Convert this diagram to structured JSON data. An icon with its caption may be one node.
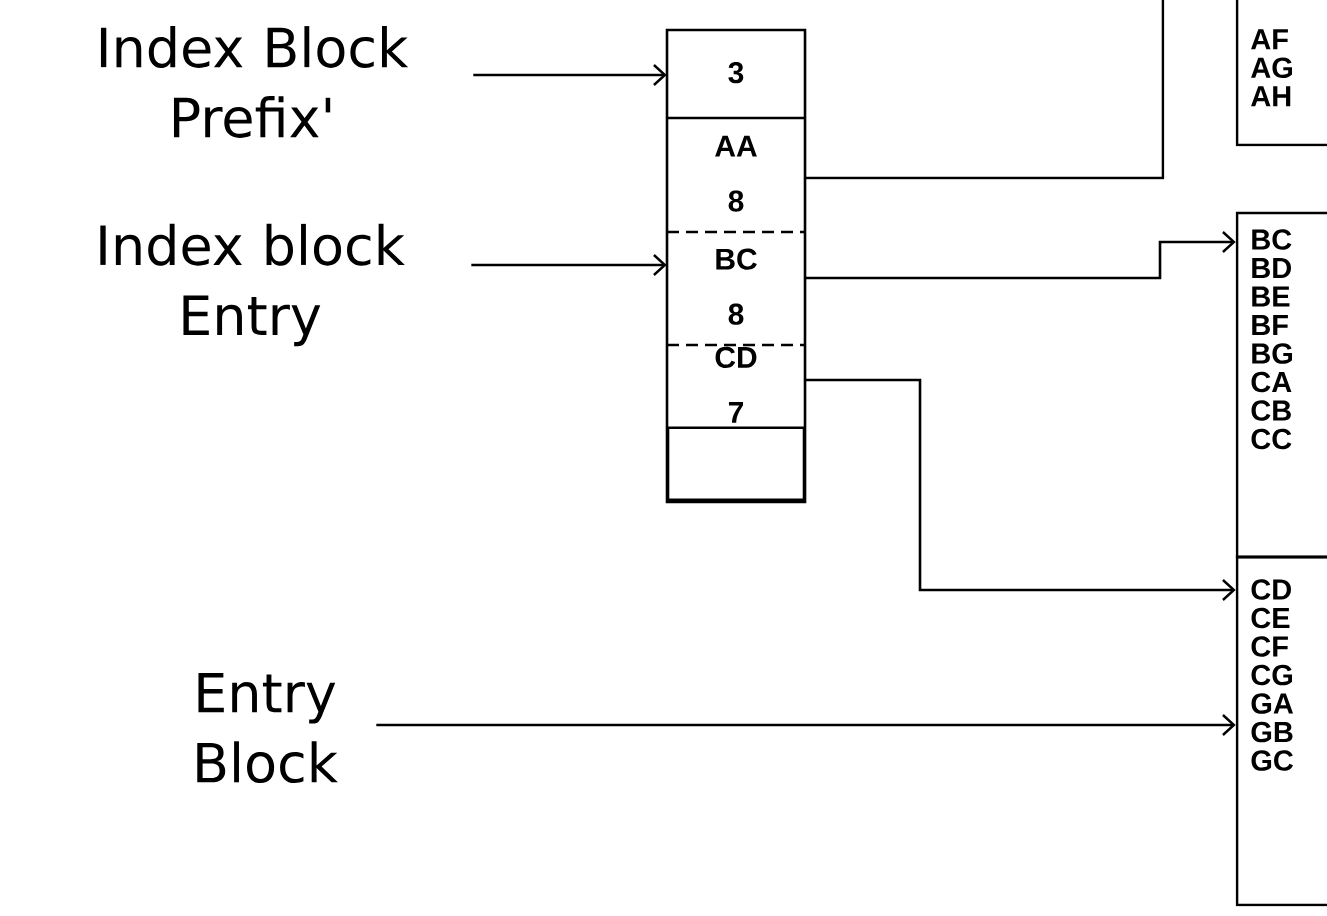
{
  "diagram": {
    "nodes": [
      {
        "text": [
          "Index Block Prefix'"
        ]
      },
      {
        "text": [
          "Index block Entry"
        ]
      },
      {
        "text": [
          "Entry Block"
        ]
      },
      {
        "text": [],
        "shape": "box"
      },
      {
        "text": [
          "3"
        ],
        "in": 3
      },
      {
        "text": [
          "AA",
          "8"
        ],
        "in": 3
      },
      {
        "text": [
          "BC",
          "8"
        ],
        "in": 3
      },
      {
        "text": [
          "CD",
          "7"
        ],
        "in": 3
      },
      {
        "text": [],
        "shape": "box",
        "in": 3
      },
      {
        "text": [
          "AF",
          "AG",
          "AH"
        ]
      },
      {
        "text": [
          "BC",
          "BD",
          "BE",
          "BF",
          "BG",
          "CA",
          "CB",
          "CC"
        ]
      },
      {
        "text": [
          "CD",
          "CE",
          "CF",
          "CG",
          "GA",
          "GB",
          "GC"
        ]
      }
    ],
    "edges": [
      {
        "from": 0,
        "to": 4,
        "arrow": "to"
      },
      {
        "from": 1,
        "to": 6,
        "arrow": "to"
      },
      {
        "from": 2,
        "to": 11,
        "arrow": "to"
      },
      {
        "from": 5,
        "to": null,
        "arrow": "none"
      },
      {
        "from": 6,
        "to": 10,
        "arrow": "to"
      },
      {
        "from": 7,
        "to": 11,
        "arrow": "to"
      }
    ]
  }
}
